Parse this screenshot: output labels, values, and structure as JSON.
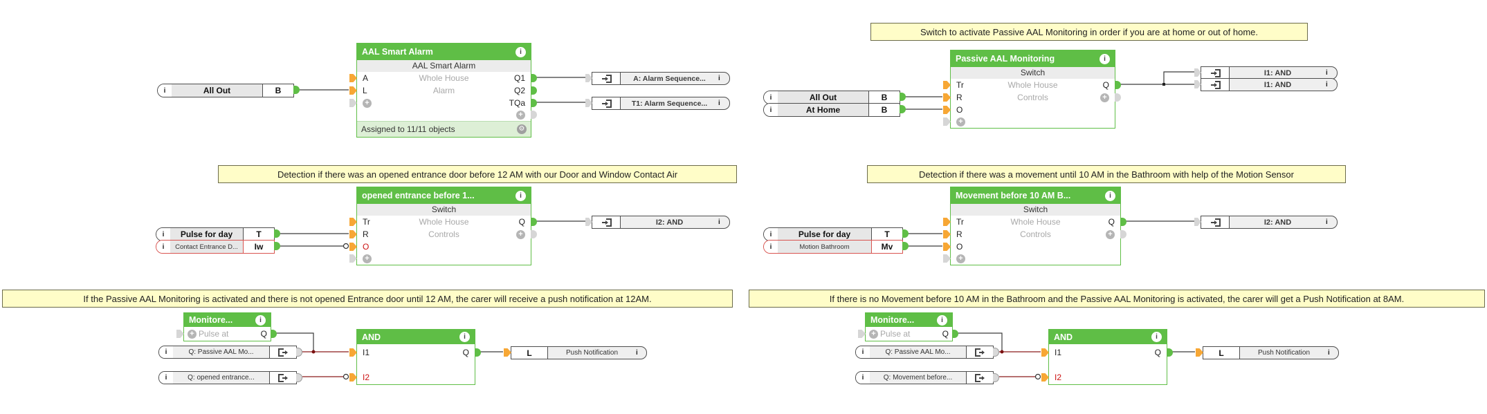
{
  "notes": {
    "passive": "Switch to activate Passive AAL Monitoring in order if you are at home or out of home.",
    "door": "Detection if there was an opened entrance door before 12 AM with our Door and Window Contact Air",
    "motion": "Detection if there was a movement until 10 AM in the Bathroom with help of the Motion Sensor",
    "push12": "If the Passive AAL Monitoring is activated and there is not opened Entrance door until 12 AM, the carer will receive a push notification at 12AM.",
    "push8": "If there is no Movement before 10 AM in the Bathroom and the Passive AAL Monitoring is activated, the carer will get a Push Notification at 8AM."
  },
  "blocks": {
    "aal": {
      "title": "AAL Smart Alarm",
      "subtitle": "AAL Smart Alarm",
      "room": "Whole House",
      "category": "Alarm",
      "in_a": "A",
      "in_l": "L",
      "out_q1": "Q1",
      "out_q2": "Q2",
      "out_tqa": "TQa",
      "footer": "Assigned to 11/11 objects"
    },
    "passive": {
      "title": "Passive AAL Monitoring",
      "subtitle": "Switch",
      "room": "Whole House",
      "category": "Controls",
      "in_tr": "Tr",
      "in_r": "R",
      "in_o": "O",
      "out_q": "Q"
    },
    "opened": {
      "title": "opened entrance before 1...",
      "subtitle": "Switch",
      "room": "Whole House",
      "category": "Controls",
      "in_tr": "Tr",
      "in_r": "R",
      "in_o": "O",
      "out_q": "Q"
    },
    "movement": {
      "title": "Movement before 10 AM B...",
      "subtitle": "Switch",
      "room": "Whole House",
      "category": "Controls",
      "in_tr": "Tr",
      "in_r": "R",
      "in_o": "O",
      "out_q": "Q"
    },
    "monitore1": {
      "title": "Monitore...",
      "row": "Pulse at",
      "out_q": "Q"
    },
    "monitore2": {
      "title": "Monitore...",
      "row": "Pulse at",
      "out_q": "Q"
    },
    "and1": {
      "title": "AND",
      "in1": "I1",
      "in2": "I2",
      "out_q": "Q"
    },
    "and2": {
      "title": "AND",
      "in1": "I1",
      "in2": "I2",
      "out_q": "Q"
    }
  },
  "sources": {
    "all_out_1": {
      "label": "All Out",
      "value": "B"
    },
    "all_out_2": {
      "label": "All Out",
      "value": "B"
    },
    "at_home": {
      "label": "At Home",
      "value": "B"
    },
    "pulse_day_1": {
      "label": "Pulse for day",
      "value": "T"
    },
    "contact_entrance": {
      "label": "Contact Entrance D...",
      "value": "Iw"
    },
    "pulse_day_2": {
      "label": "Pulse for day",
      "value": "T"
    },
    "motion_bathroom": {
      "label": "Motion Bathroom",
      "value": "Mv"
    }
  },
  "refs": {
    "a_alarm": "A: Alarm Sequence...",
    "t1_alarm": "T1: Alarm Sequence...",
    "i1_and_a": "I1: AND",
    "i1_and_b": "I1: AND",
    "i2_and_l": "I2: AND",
    "i2_and_r": "I2: AND",
    "q_passive_l": "Q: Passive AAL Mo...",
    "q_opened": "Q: opened entrance...",
    "q_passive_r": "Q: Passive AAL Mo...",
    "q_movement": "Q: Movement before..."
  },
  "outputs": {
    "push_l": {
      "value": "L",
      "label": "Push Notification"
    },
    "push_r": {
      "value": "L",
      "label": "Push Notification"
    }
  },
  "icons": {
    "info": "i",
    "plus": "+",
    "gear": "⚙"
  },
  "colors": {
    "block_green": "#5fbe46",
    "connector_orange": "#f7a735",
    "wire": "#3a3a3a",
    "wire_red": "#8b1a1a",
    "note_bg": "#fffdc8",
    "red_label": "#cc1111"
  }
}
